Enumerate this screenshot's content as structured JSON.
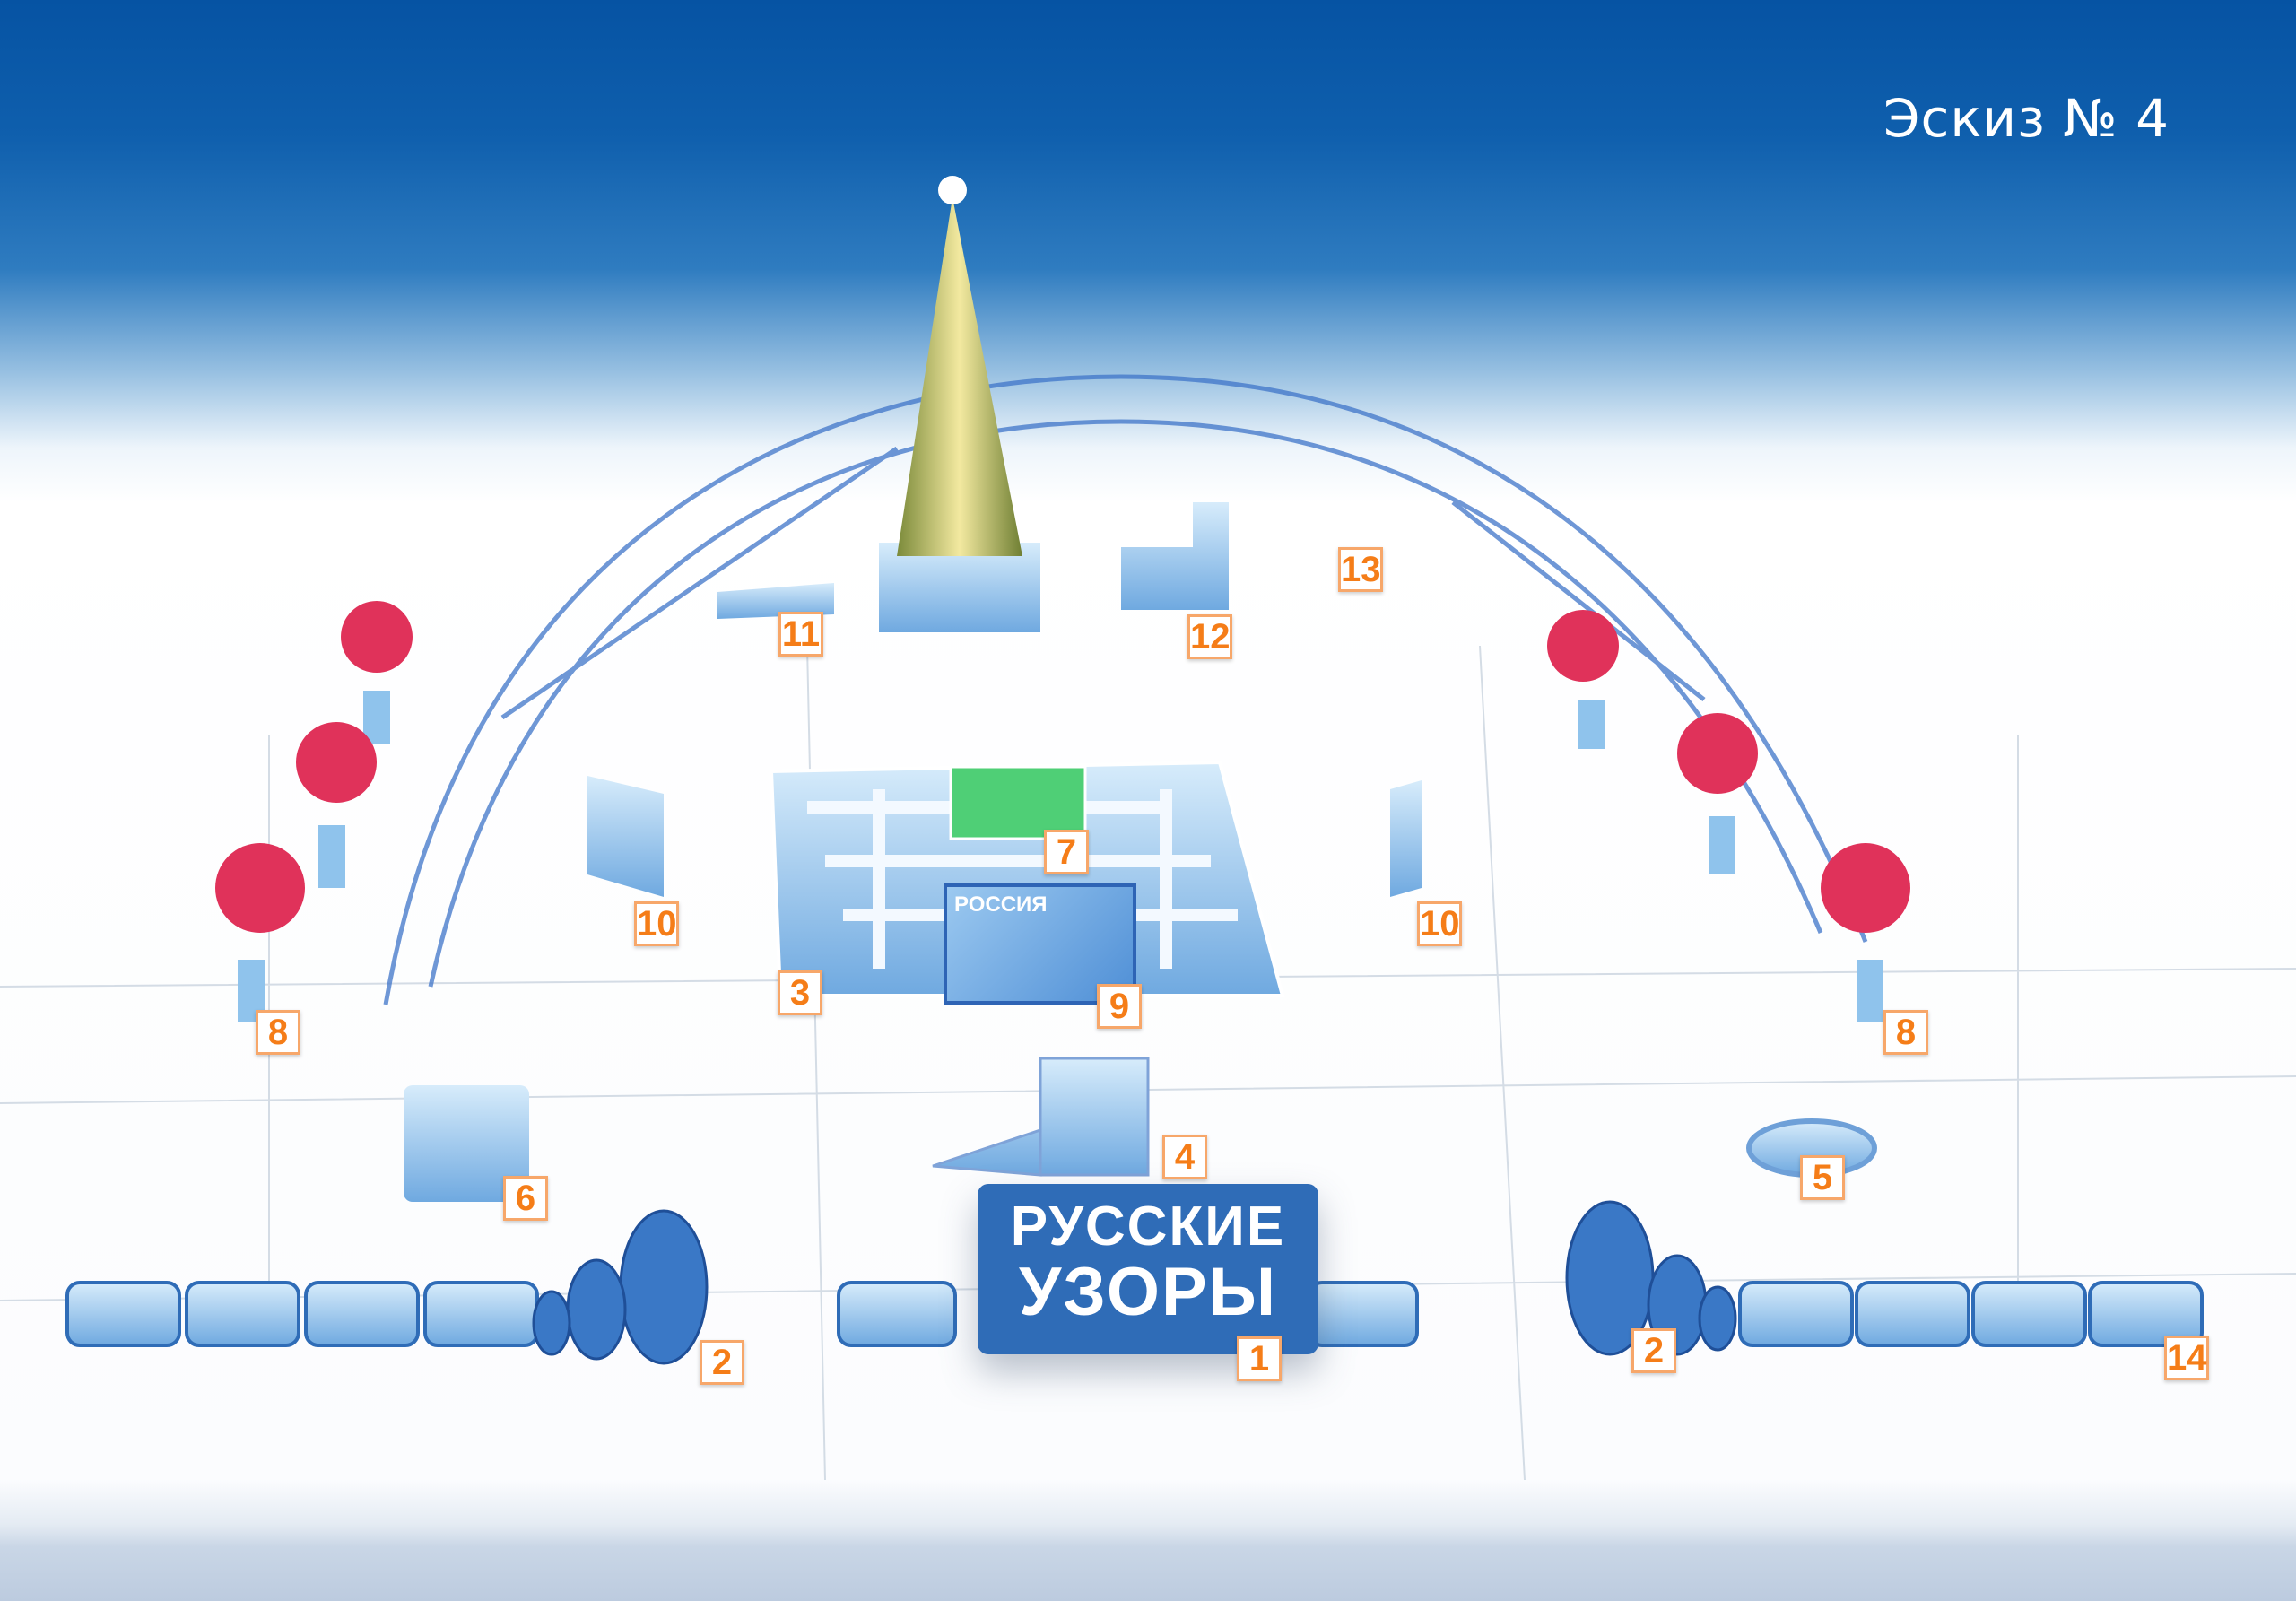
{
  "title": "Эскиз № 4",
  "sign": {
    "line1": "РУССКИЕ",
    "line2": "УЗОРЫ"
  },
  "map_panel": "РОССИЯ",
  "labels": [
    "1",
    "2",
    "2",
    "3",
    "4",
    "5",
    "6",
    "7",
    "8",
    "8",
    "9",
    "10",
    "10",
    "11",
    "12",
    "13",
    "14"
  ],
  "colors": {
    "sky": "#0653a3",
    "label_text": "#f57d18",
    "ice": "#8fc3ec",
    "blossom": "#e0325a"
  }
}
